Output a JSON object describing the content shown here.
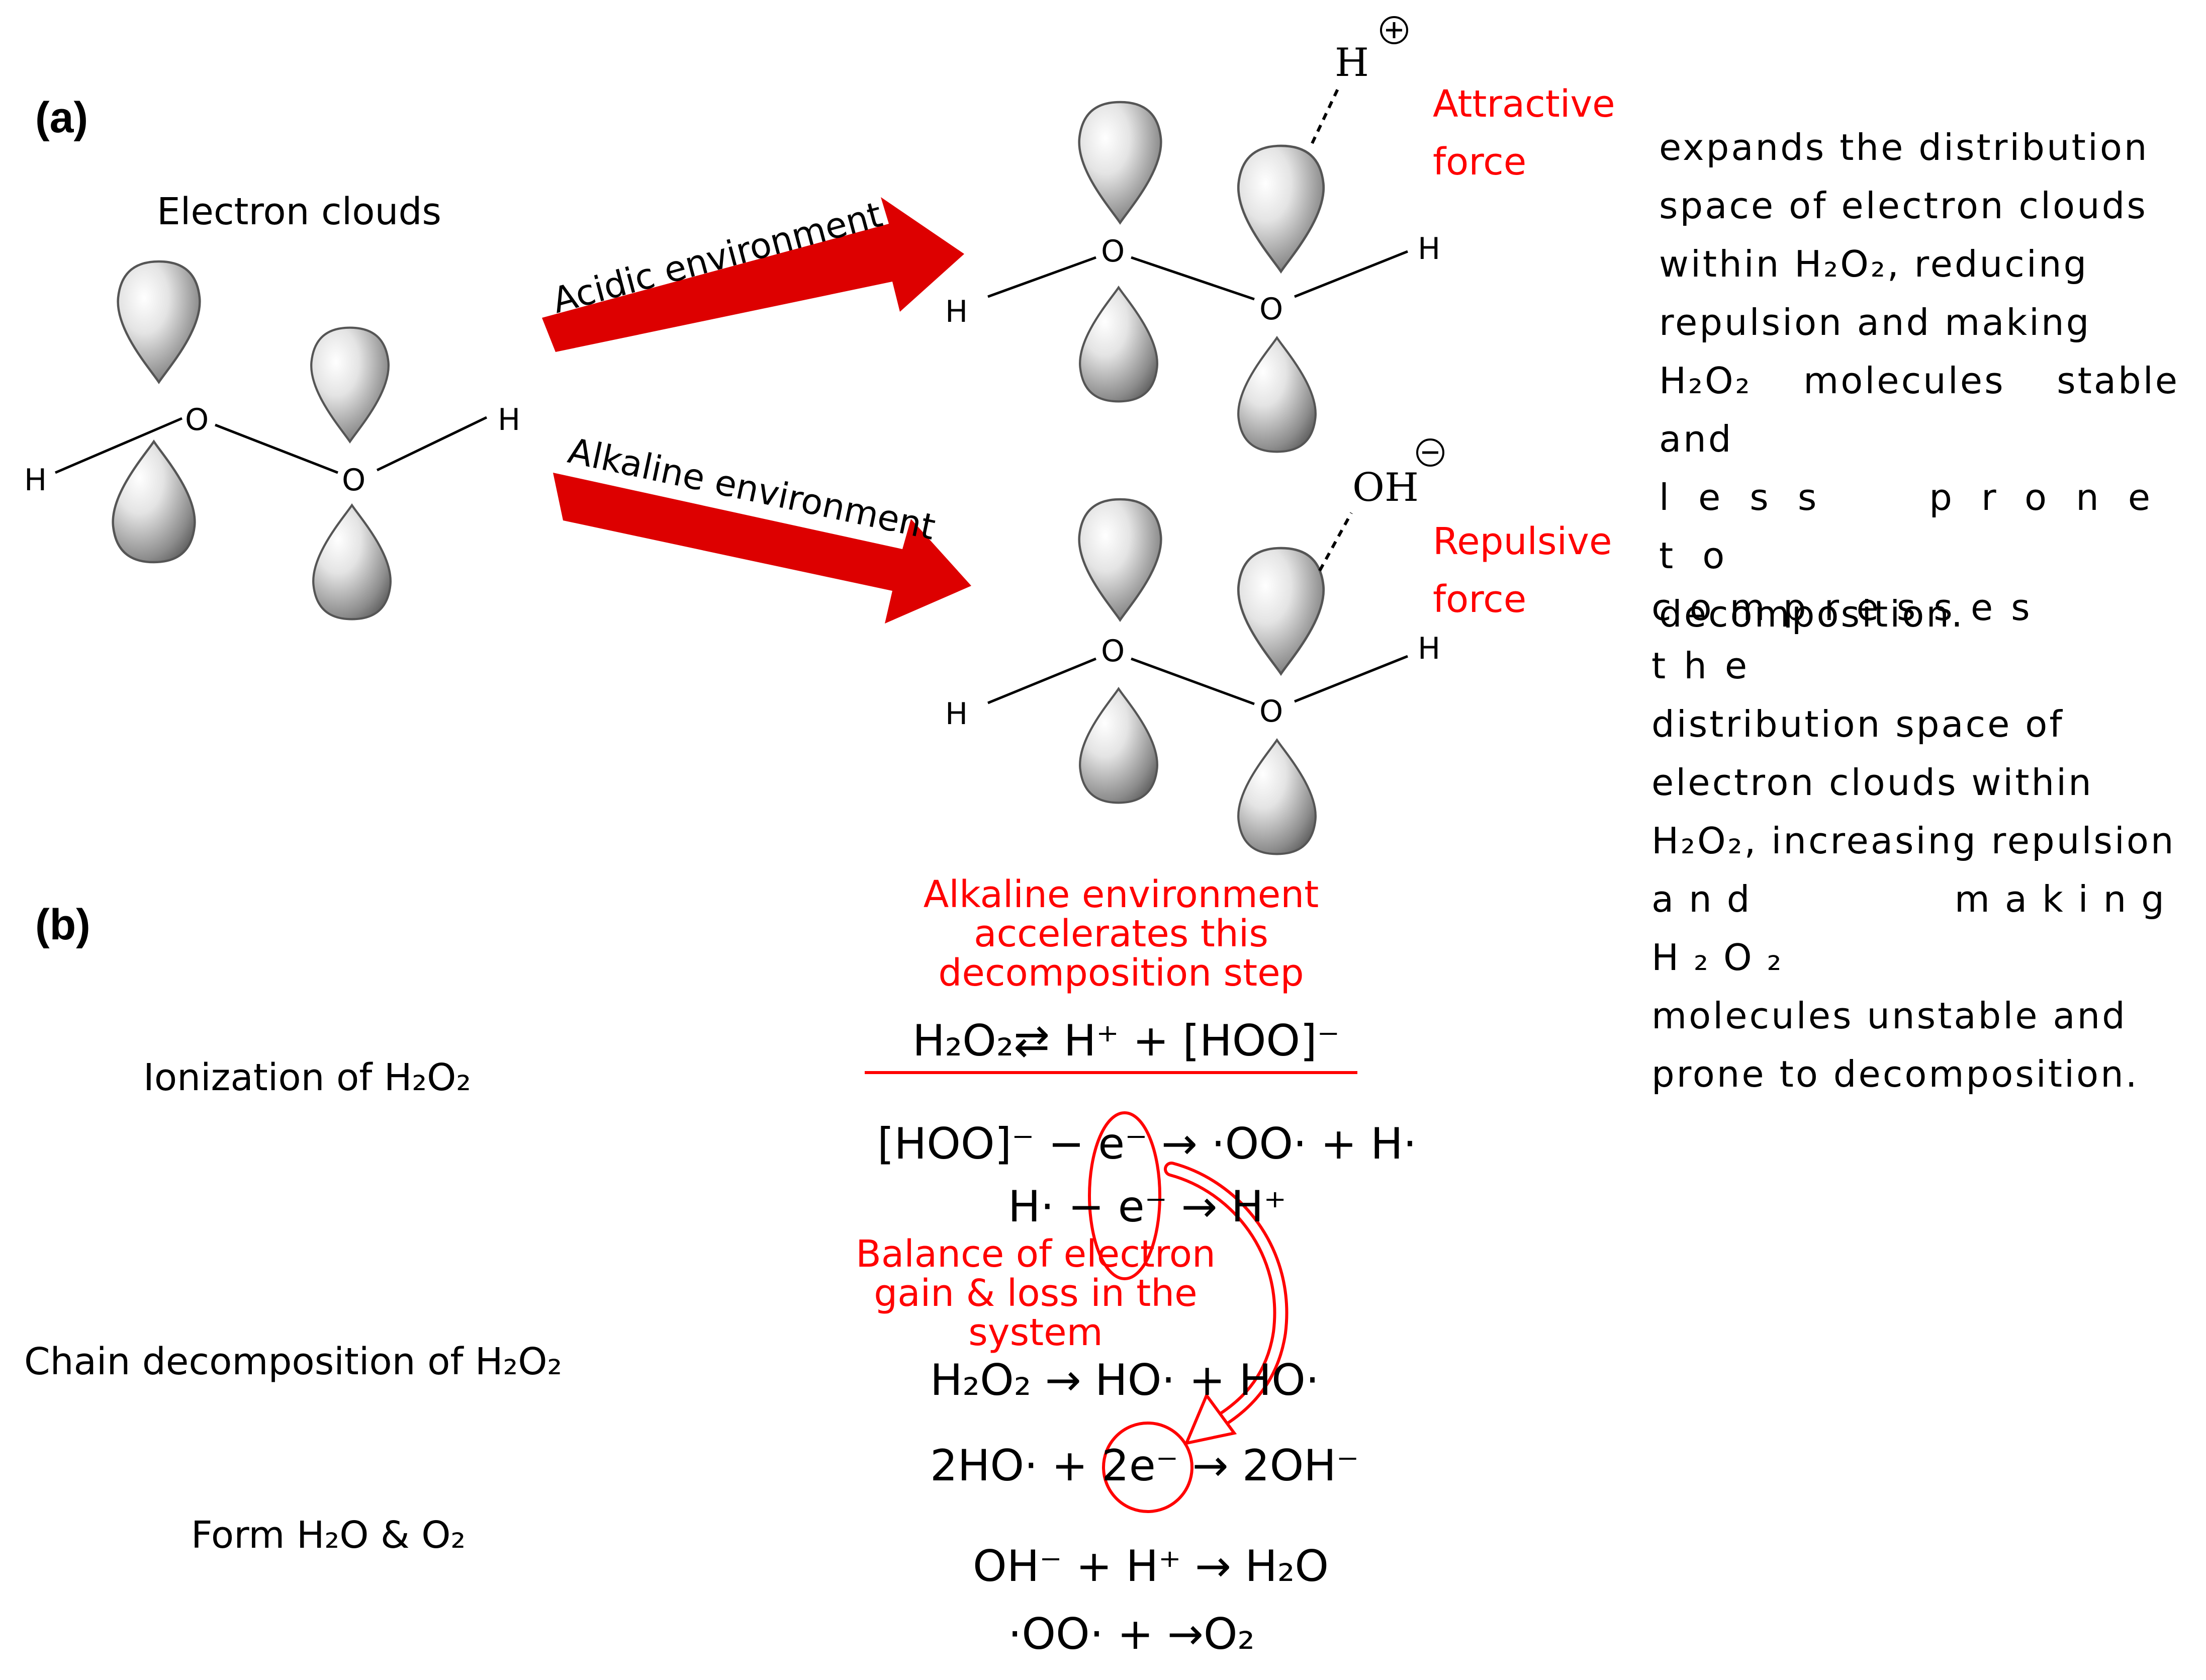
{
  "panel_a": {
    "label": "(a)",
    "electron_clouds_label": "Electron clouds",
    "arrows": {
      "acidic": "Acidic environment",
      "alkaline": "Alkaline environment"
    },
    "acidic_ion": "H",
    "alkaline_ion": "OH",
    "attractive": [
      "Attractive",
      "force"
    ],
    "repulsive": [
      "Repulsive",
      "force"
    ],
    "atoms": {
      "oxygen": "O",
      "hydrogen": "H"
    },
    "acidic_text": [
      "expands the distribution",
      "space of electron clouds",
      "within H₂O₂, reducing",
      "repulsion and making",
      "H₂O₂ molecules stable and",
      "less prone to",
      "decomposition."
    ],
    "alkaline_text": [
      "compresses the",
      "distribution space of",
      "electron clouds within",
      "H₂O₂, increasing repulsion",
      "and making H₂O₂",
      "molecules unstable and",
      "prone to decomposition."
    ]
  },
  "panel_b": {
    "label": "(b)",
    "stage_labels": {
      "ionization": "Ionization of H₂O₂",
      "chain": "Chain decomposition of H₂O₂",
      "form": "Form H₂O & O₂"
    },
    "annotations": {
      "alkaline": [
        "Alkaline environment",
        "accelerates this",
        "decomposition step"
      ],
      "balance": [
        "Balance of electron",
        "gain & loss in the",
        "system"
      ]
    },
    "equations": [
      "H₂O₂⇄ H⁺ + [HOO]⁻",
      "[HOO]⁻ − e⁻ → ·OO· + H·",
      "H· − e⁻ → H⁺",
      "H₂O₂ → HO· + HO·",
      "2HO· + 2e⁻ → 2OH⁻",
      "OH⁻ + H⁺ → H₂O",
      "·OO· + →O₂"
    ]
  },
  "colors": {
    "accent": "#ff0000",
    "arrow": "#dd0000",
    "lobe_light": "#f2f2f2",
    "lobe_dark": "#6a6a6a"
  }
}
